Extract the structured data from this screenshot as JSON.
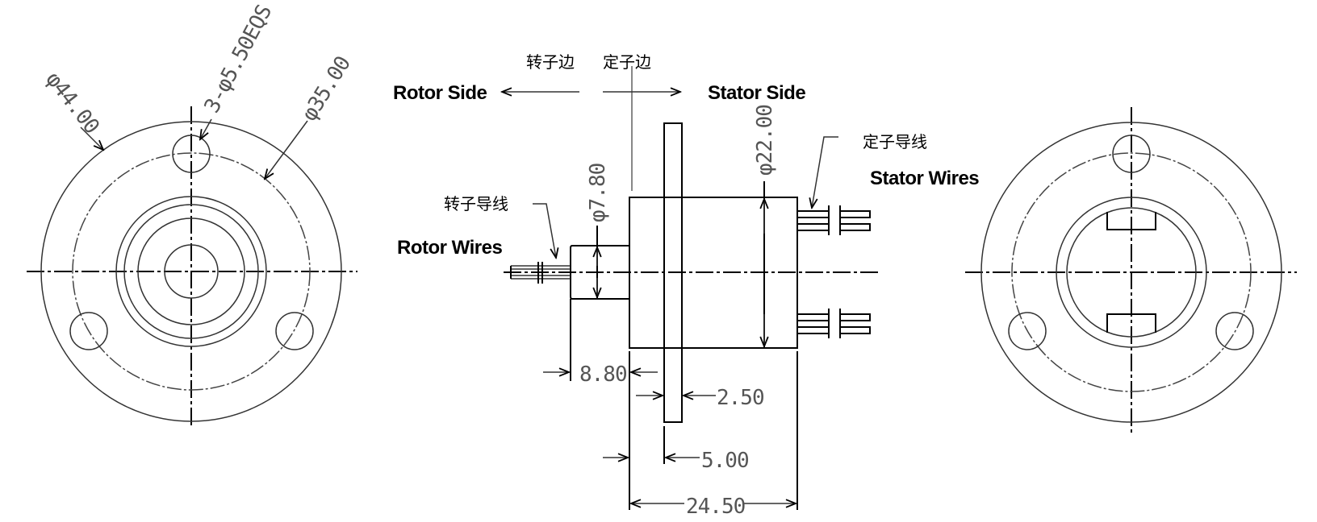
{
  "drawing": {
    "labels": {
      "rotor_side_cn": "转子边",
      "stator_side_cn": "定子边",
      "rotor_side_en": "Rotor Side",
      "stator_side_en": "Stator Side",
      "rotor_wires_cn": "转子导线",
      "rotor_wires_en": "Rotor Wires",
      "stator_wires_cn": "定子导线",
      "stator_wires_en": "Stator Wires"
    },
    "dimensions": {
      "outer_diameter": "φ44.00",
      "mounting_holes": "3-φ5.50EQS",
      "pitch_circle": "φ35.00",
      "body_diameter": "φ22.00",
      "shaft_diameter": "φ7.80",
      "shaft_length": "8.80",
      "flange_thickness": "2.50",
      "flange_offset": "5.00",
      "total_length": "24.50"
    }
  }
}
